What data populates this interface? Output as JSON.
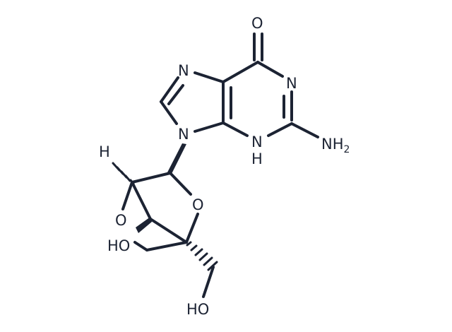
{
  "molecule": {
    "atoms": {
      "O6": "O",
      "N7": "N",
      "N1": "N",
      "N9": "N",
      "N3": "N",
      "N3_H": "H",
      "NH2_main": "NH",
      "NH2_sub": "2",
      "H_stereo": "H",
      "O_bridge": "O",
      "O_ring": "O",
      "HO_left": "HO",
      "HO_bottom": "HO"
    },
    "colors": {
      "ink": "#1c2333",
      "background": "#ffffff"
    }
  }
}
